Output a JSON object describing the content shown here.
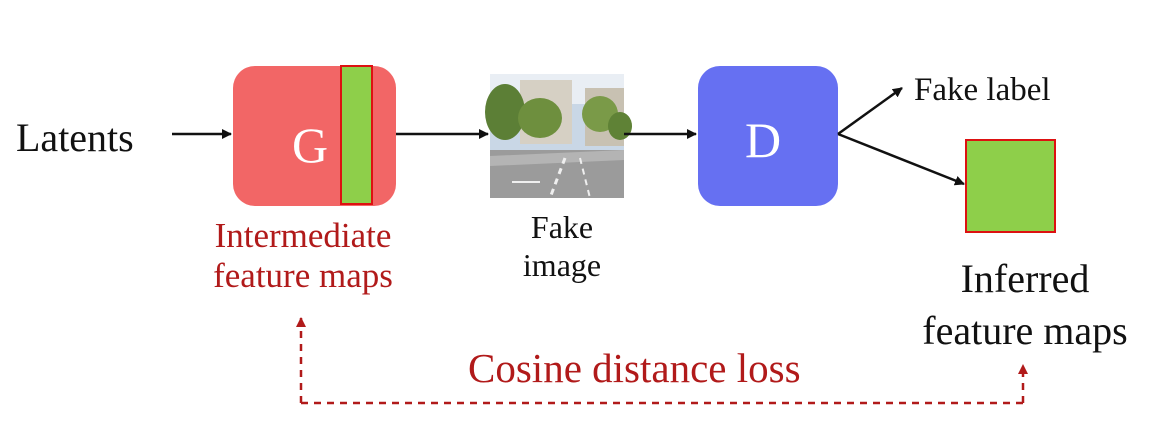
{
  "nodes": {
    "latents": "Latents",
    "generator": "G",
    "discriminator": "D",
    "fake_label": "Fake label",
    "fake_image_caption": "Fake\nimage",
    "intermediate_caption": "Intermediate\nfeature maps",
    "inferred_caption": "Inferred\nfeature maps"
  },
  "loss": {
    "label": "Cosine distance loss"
  },
  "colors": {
    "generator_fill": "#f26666",
    "discriminator_fill": "#6670f2",
    "feature_map_fill": "#8ecf4a",
    "feature_map_border": "#dd1111",
    "loss_color": "#b11a1a",
    "arrow": "#111111"
  }
}
